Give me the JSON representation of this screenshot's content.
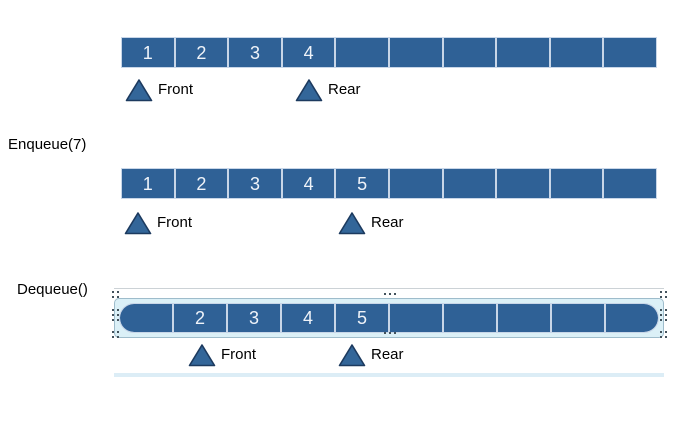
{
  "colors": {
    "cell_fill": "#2F6196",
    "cell_divider": "#C8D6E8",
    "cell_text": "#EFF3F9",
    "triangle_fill": "#336699",
    "triangle_border": "#1C3A5F",
    "selection_fill": "#DBF0F7",
    "selection_border": "#9EBCCB",
    "label_text": "#000000"
  },
  "steps": [
    {
      "name": "initial-queue",
      "operation": "",
      "cells": [
        "1",
        "2",
        "3",
        "4",
        "",
        "",
        "",
        "",
        "",
        ""
      ],
      "front_label": "Front",
      "front_cell_index": 0,
      "rear_label": "Rear",
      "rear_cell_index": 3,
      "selected": false
    },
    {
      "name": "after-enqueue",
      "operation": "Enqueue(7)",
      "cells": [
        "1",
        "2",
        "3",
        "4",
        "5",
        "",
        "",
        "",
        "",
        ""
      ],
      "front_label": "Front",
      "front_cell_index": 0,
      "rear_label": "Rear",
      "rear_cell_index": 4,
      "selected": false
    },
    {
      "name": "after-dequeue",
      "operation": "Dequeue()",
      "cells": [
        "",
        "2",
        "3",
        "4",
        "5",
        "",
        "",
        "",
        "",
        ""
      ],
      "front_label": "Front",
      "front_cell_index": 1,
      "rear_label": "Rear",
      "rear_cell_index": 4,
      "selected": true
    }
  ]
}
